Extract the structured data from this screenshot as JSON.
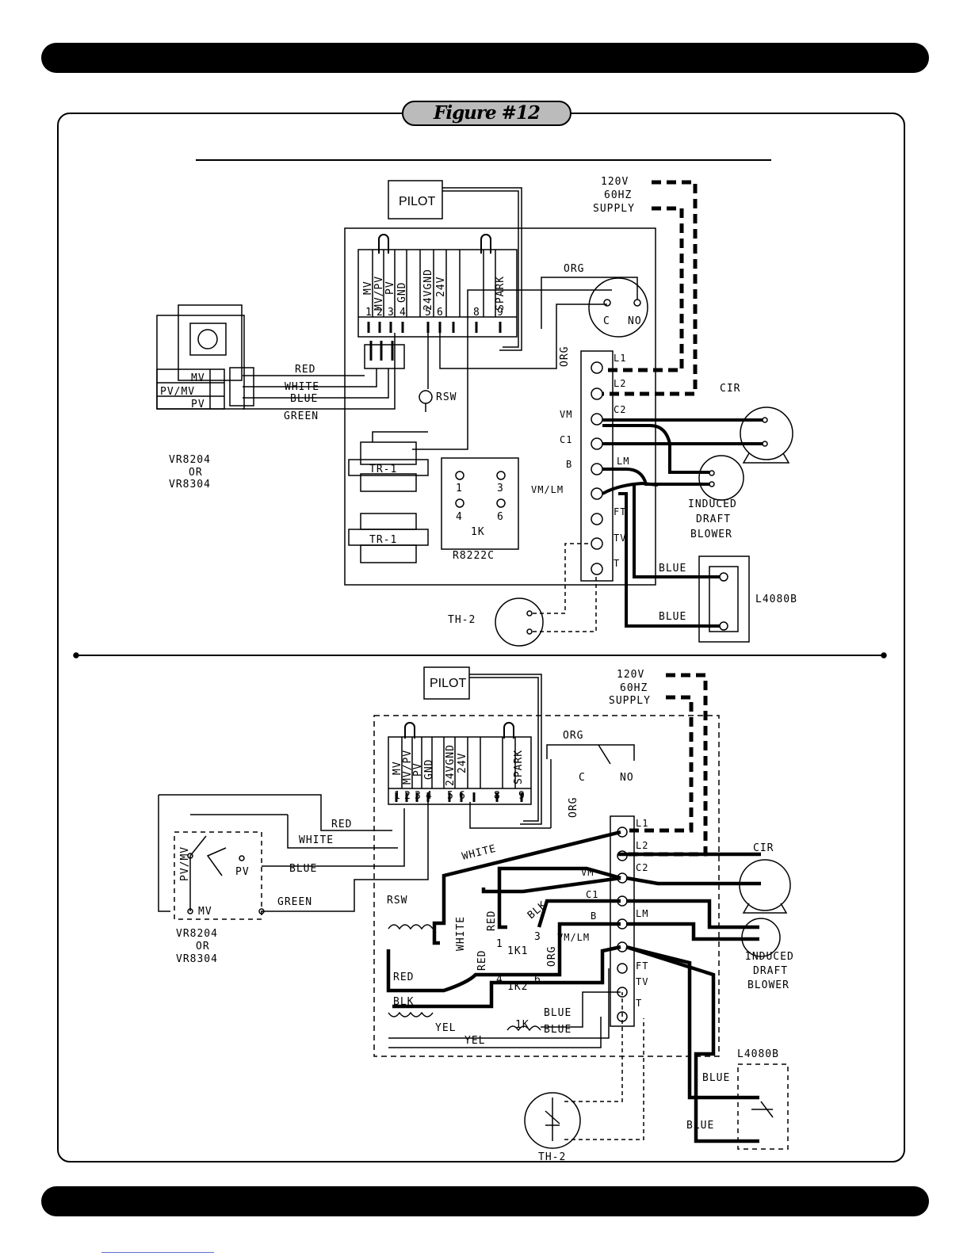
{
  "figure_title": "Figure #12",
  "top": {
    "pilot": "PILOT",
    "supply": [
      "120V",
      "60HZ",
      "SUPPLY"
    ],
    "strip_labels": [
      "MV",
      "MV/PV",
      "PV",
      "GND",
      "24VGND",
      "24V",
      "",
      "",
      "SPARK"
    ],
    "strip_numbers": [
      "1",
      "2",
      "3",
      "4",
      "5",
      "6",
      "",
      "8",
      "9"
    ],
    "relay": {
      "c": "C",
      "no": "NO",
      "wire": "ORG"
    },
    "terminals": [
      "L1",
      "L2",
      "C2",
      "LM",
      "FT",
      "TV",
      "T"
    ],
    "terminals_left": [
      "VM",
      "C1",
      "B",
      "VM/LM"
    ],
    "org_vertical": "ORG",
    "valve_labels": [
      "MV",
      "PV/MV",
      "PV"
    ],
    "valve_wires": [
      "RED",
      "WHITE",
      "BLUE",
      "GREEN"
    ],
    "valve_model": [
      "VR8204",
      "OR",
      "VR8304"
    ],
    "rsw": "RSW",
    "tr1": "TR-1",
    "relay_board": {
      "pins": [
        "1",
        "3",
        "4",
        "6"
      ],
      "coil": "1K",
      "model": "R8222C"
    },
    "cir": "CIR",
    "blower": [
      "INDUCED",
      "DRAFT",
      "BLOWER"
    ],
    "limit": "L4080B",
    "limit_wires": [
      "BLUE",
      "BLUE"
    ],
    "thermostat": "TH-2"
  },
  "bottom": {
    "pilot": "PILOT",
    "supply": [
      "120V",
      "60HZ",
      "SUPPLY"
    ],
    "strip_labels": [
      "MV",
      "MV/PV",
      "PV",
      "GND",
      "24VGND",
      "24V",
      "",
      "",
      "SPARK"
    ],
    "strip_numbers": [
      "1",
      "2",
      "3",
      "4",
      "5",
      "6",
      "",
      "8",
      "9"
    ],
    "relay": {
      "c": "C",
      "no": "NO",
      "wire": "ORG"
    },
    "org_vertical": "ORG",
    "terminals": [
      "L1",
      "L2",
      "C2",
      "LM",
      "FT",
      "TV",
      "T"
    ],
    "terminals_left": [
      "VM",
      "C1",
      "B",
      "VM/LM"
    ],
    "valve_labels": [
      "PV/MV",
      "PV",
      "MV"
    ],
    "valve_wires": [
      "RED",
      "WHITE",
      "BLUE",
      "GREEN"
    ],
    "valve_model": [
      "VR8204",
      "OR",
      "VR8304"
    ],
    "rsw": "RSW",
    "inner_wires": [
      "WHITE",
      "WHITE",
      "RED",
      "RED",
      "BLK",
      "ORG",
      "RED",
      "BLK",
      "YEL",
      "YEL",
      "BLUE",
      "BLUE"
    ],
    "contacts": [
      "1",
      "1K1",
      "3",
      "4",
      "1K2",
      "6"
    ],
    "coil": "1K",
    "cir": "CIR",
    "blower": [
      "INDUCED",
      "DRAFT",
      "BLOWER"
    ],
    "limit": "L4080B",
    "limit_wires": [
      "BLUE",
      "BLUE"
    ],
    "thermostat": "TH-2"
  }
}
